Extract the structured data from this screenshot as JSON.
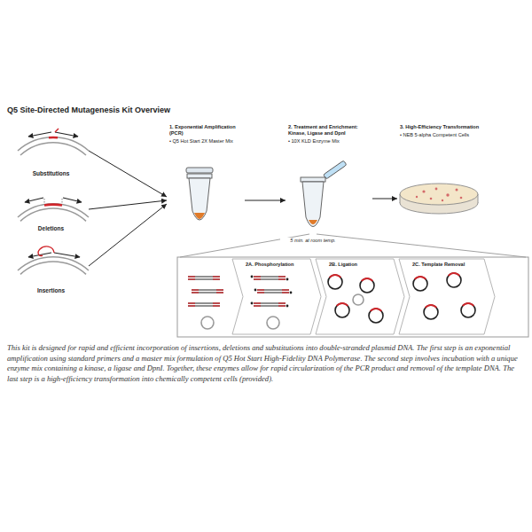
{
  "diagram": {
    "title": "Q5 Site-Directed Mutagenesis Kit Overview",
    "caption": "This kit is designed for rapid and efficient incorporation of insertions, deletions and substitutions into double-stranded plasmid DNA. The first step is an exponential amplification using standard primers and a master mix formulation of Q5 Hot Start High-Fidelity DNA Polymerase. The second step involves incubation with a unique enzyme mix containing a kinase, a ligase and DpnI. Together, these enzymes allow for rapid circularization of the PCR product and removal of the template DNA. The last step is a high-efficiency transformation into chemically competent cells (provided).",
    "nodes": [
      {
        "text": [
          "Substitutions"
        ]
      },
      {
        "text": [
          "Deletions"
        ]
      },
      {
        "text": [
          "Insertions"
        ]
      },
      {
        "text": [
          "1. Exponential Amplification (PCR)",
          "• Q5 Hot Start 2X Master Mix"
        ]
      },
      {
        "text": [
          "2. Treatment and Enrichment: Kinase, Ligase and DpnI",
          "• 10X KLD Enzyme Mix"
        ]
      },
      {
        "text": [
          "3. High-Efficiency Transformation",
          "• NEB 5-alpha Competent Cells"
        ]
      },
      {
        "text": [
          "2A. Phosphorylation"
        ]
      },
      {
        "text": [
          "2B. Ligation"
        ]
      },
      {
        "text": [
          "2C. Template Removal"
        ]
      }
    ],
    "edges": [
      {
        "from": 0,
        "to": 3,
        "arrow": "to"
      },
      {
        "from": 1,
        "to": 3,
        "arrow": "to"
      },
      {
        "from": 2,
        "to": 3,
        "arrow": "to"
      },
      {
        "from": 3,
        "to": 4,
        "arrow": "to"
      },
      {
        "from": 4,
        "to": 5,
        "arrow": "to"
      }
    ],
    "labels": [
      "5 min. at room temp."
    ]
  }
}
